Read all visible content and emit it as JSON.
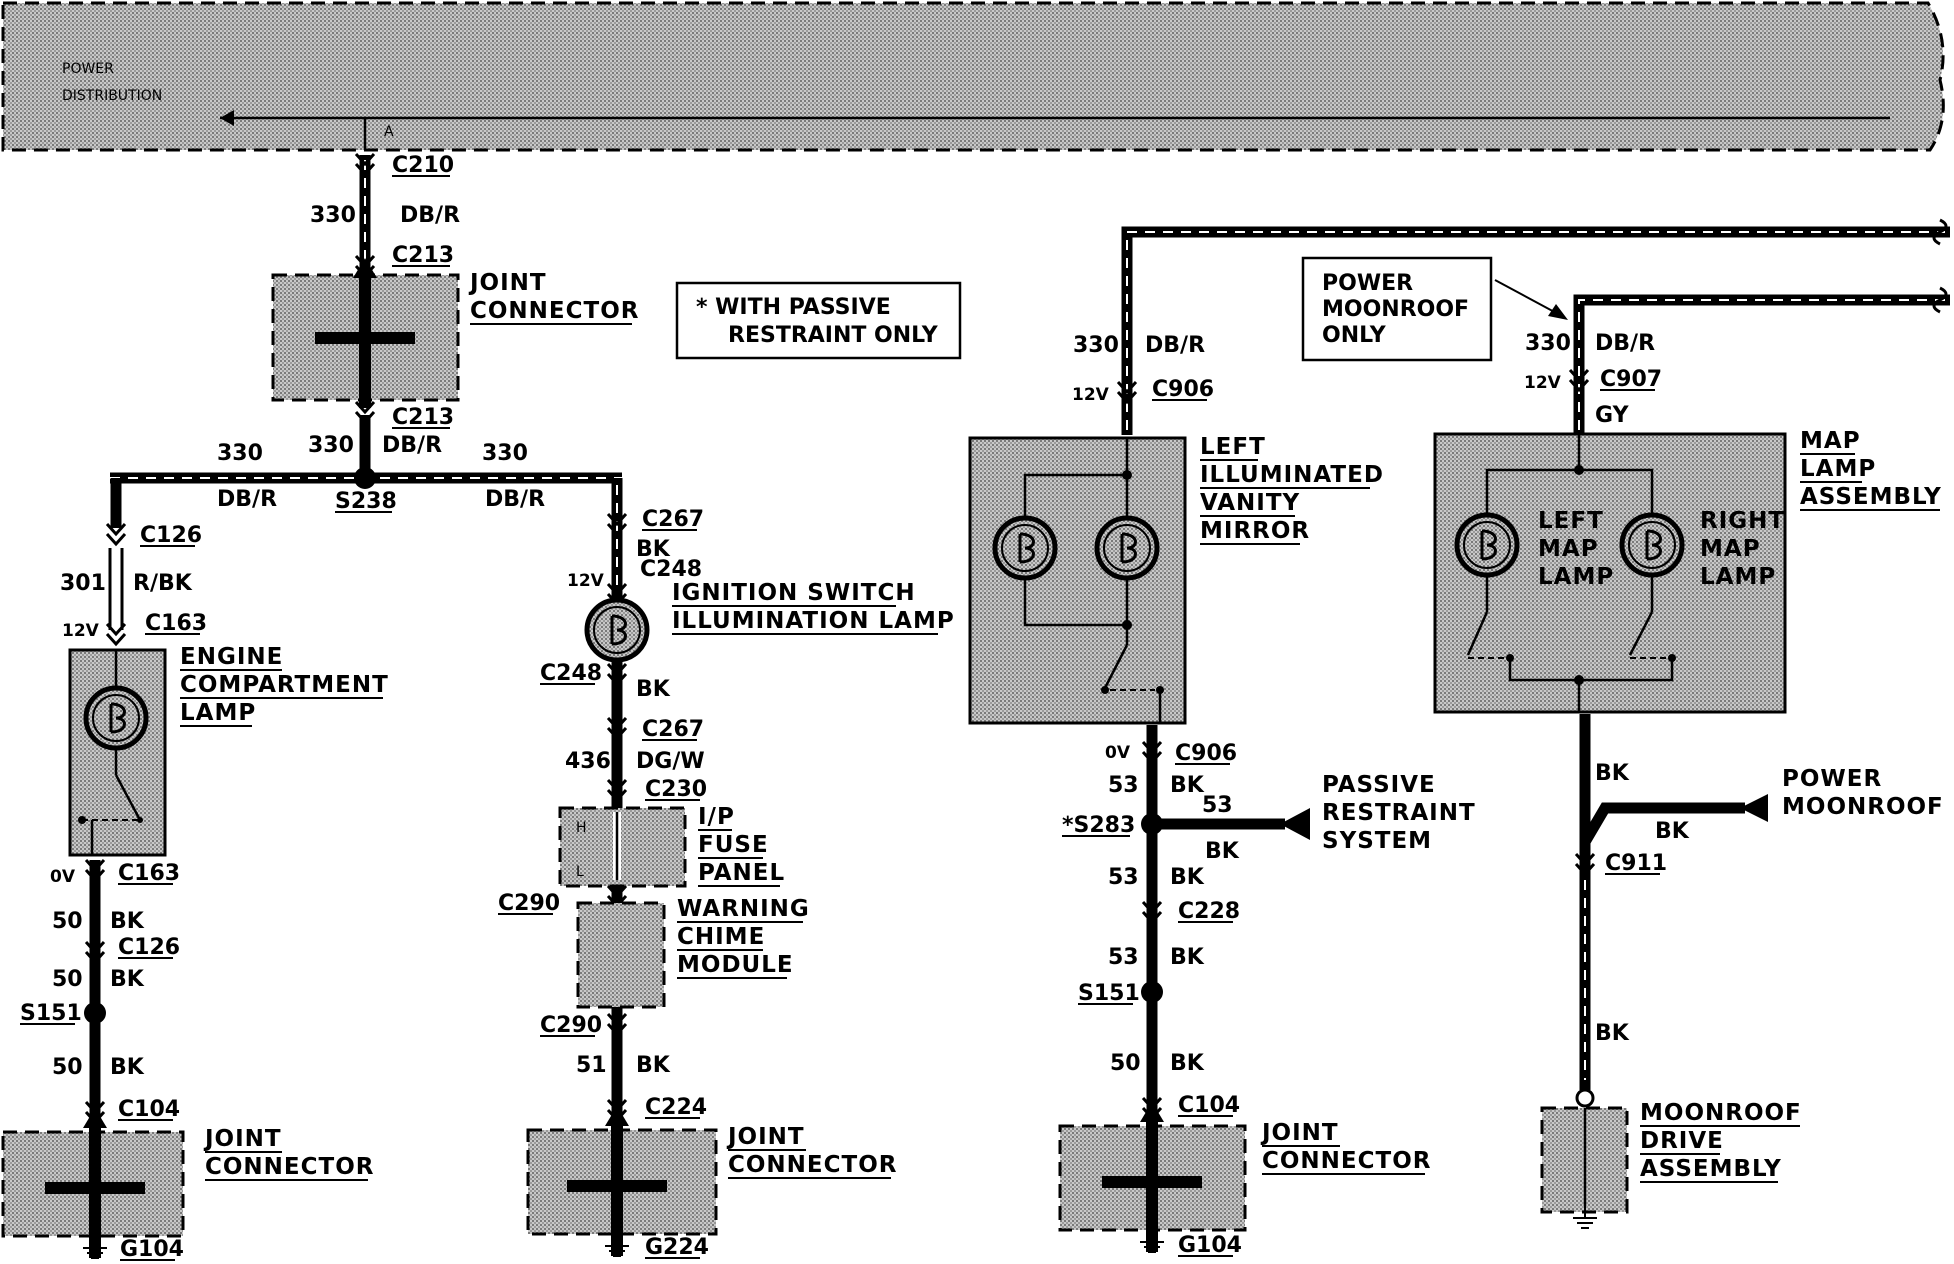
{
  "power_distribution": {
    "label_line1": "POWER",
    "label_line2": "DISTRIBUTION",
    "tap": "A"
  },
  "top_feed": {
    "connector_top": "C210",
    "circuit": "330",
    "color": "DB/R",
    "connector_bottom": "C213"
  },
  "joint_connector_top": {
    "connector_out": "C213",
    "label_line1": "JOINT",
    "label_line2": "CONNECTOR"
  },
  "note": {
    "line1": "* WITH PASSIVE",
    "line2": "RESTRAINT ONLY"
  },
  "splice_s238": {
    "circuit": "330",
    "color": "DB/R",
    "splice": "S238",
    "left_circuit": "330",
    "left_color": "DB/R",
    "right_circuit": "330",
    "right_color": "DB/R"
  },
  "engine_branch": {
    "c126_top": "C126",
    "circuit_301": "301",
    "color_rbk": "R/BK",
    "v12": "12V",
    "c163_top": "C163",
    "lamp_line1": "ENGINE",
    "lamp_line2": "COMPARTMENT",
    "lamp_line3": "LAMP",
    "v0": "0V",
    "c163_bot": "C163",
    "c50a": "50",
    "bk1": "BK",
    "c126_bot": "C126",
    "c50b": "50",
    "bk2": "BK",
    "s151": "S151",
    "c50c": "50",
    "bk3": "BK",
    "c104": "C104",
    "joint_line1": "JOINT",
    "joint_line2": "CONNECTOR",
    "g104": "G104"
  },
  "ignition_branch": {
    "c267_top": "C267",
    "bk1": "BK",
    "v12": "12V",
    "c248_top": "C248",
    "lamp_line1": "IGNITION SWITCH",
    "lamp_line2": "ILLUMINATION LAMP",
    "c248_bot": "C248",
    "bk2": "BK",
    "c267_bot": "C267",
    "c436": "436",
    "color_dgw": "DG/W",
    "c230": "C230",
    "fuse_line1": "I/P",
    "fuse_line2": "FUSE",
    "fuse_line3": "PANEL",
    "fuse_h": "H",
    "fuse_l": "L",
    "c290a": "C290",
    "chime_line1": "WARNING",
    "chime_line2": "CHIME",
    "chime_line3": "MODULE",
    "c290b": "C290",
    "c51": "51",
    "bk3": "BK",
    "c224": "C224",
    "joint_line1": "JOINT",
    "joint_line2": "CONNECTOR",
    "g224": "G224"
  },
  "vanity_branch": {
    "circuit": "330",
    "color": "DB/R",
    "v12": "12V",
    "c906_top": "C906",
    "mirror_line1": "LEFT",
    "mirror_line2": "ILLUMINATED",
    "mirror_line3": "VANITY",
    "mirror_line4": "MIRROR",
    "v0": "0V",
    "c906_bot": "C906",
    "c53a": "53",
    "bk1": "BK",
    "s283": "*S283",
    "prs_circuit": "53",
    "prs_color": "BK",
    "prs_line1": "PASSIVE",
    "prs_line2": "RESTRAINT",
    "prs_line3": "SYSTEM",
    "c53b": "53",
    "bk2": "BK",
    "c228": "C228",
    "c53c": "53",
    "bk3": "BK",
    "s151": "S151",
    "c50": "50",
    "bk4": "BK",
    "c104": "C104",
    "joint_line1": "JOINT",
    "joint_line2": "CONNECTOR",
    "g104": "G104"
  },
  "map_branch": {
    "note_line1": "POWER",
    "note_line2": "MOONROOF",
    "note_line3": "ONLY",
    "circuit": "330",
    "color": "DB/R",
    "v12": "12V",
    "c907": "C907",
    "gy": "GY",
    "asm_line1": "MAP",
    "asm_line2": "LAMP",
    "asm_line3": "ASSEMBLY",
    "left_line1": "LEFT",
    "left_line2": "MAP",
    "left_line3": "LAMP",
    "right_line1": "RIGHT",
    "right_line2": "MAP",
    "right_line3": "LAMP",
    "bk1": "BK",
    "bk_pm": "BK",
    "pm_line1": "POWER",
    "pm_line2": "MOONROOF",
    "c911": "C911",
    "bk2": "BK",
    "drive_line1": "MOONROOF",
    "drive_line2": "DRIVE",
    "drive_line3": "ASSEMBLY"
  }
}
